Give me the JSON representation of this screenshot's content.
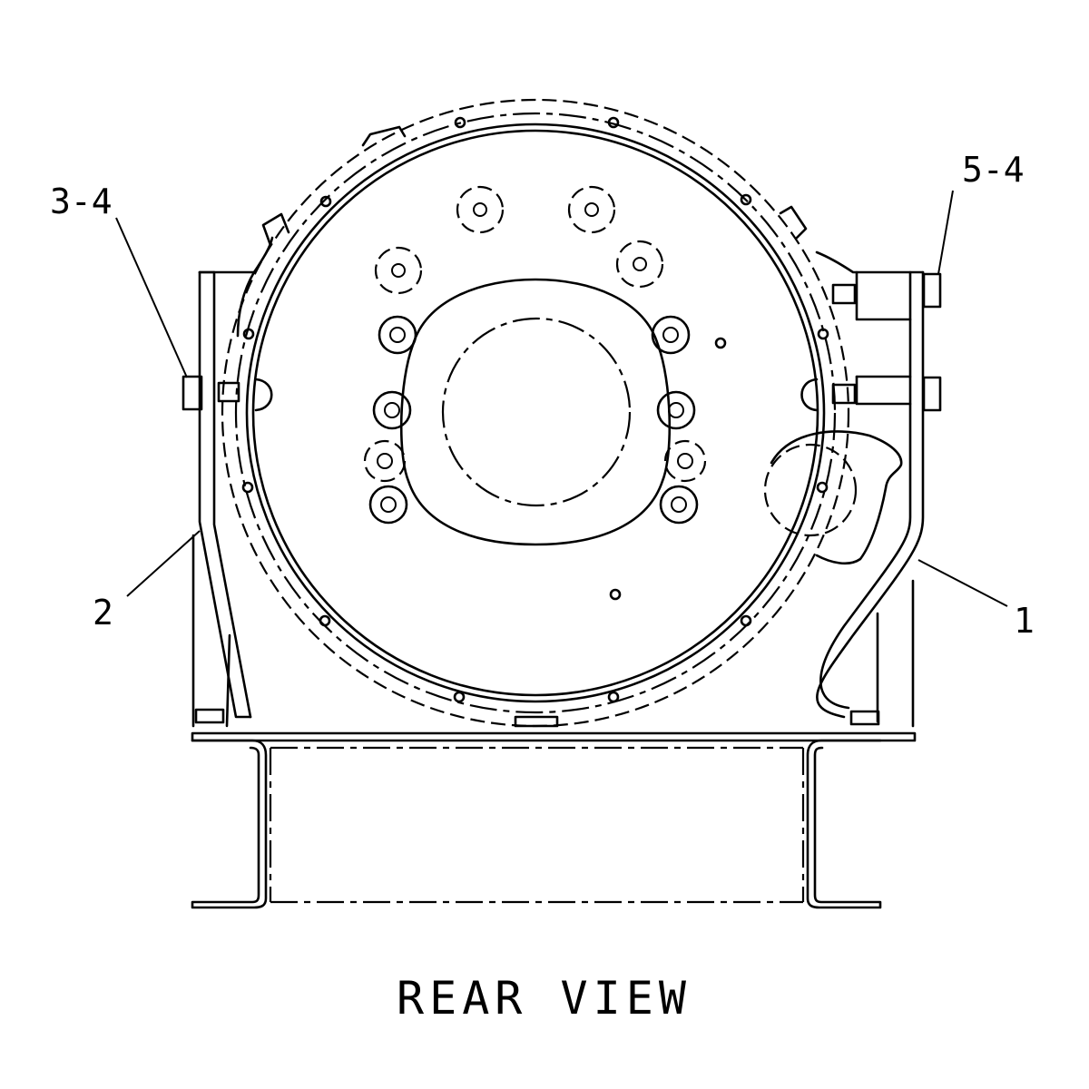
{
  "title": "REAR VIEW",
  "callouts": [
    {
      "id": "callout-3-4",
      "text": "3-4"
    },
    {
      "id": "callout-5-4",
      "text": "5-4"
    },
    {
      "id": "callout-2",
      "text": "2"
    },
    {
      "id": "callout-1",
      "text": "1"
    }
  ]
}
